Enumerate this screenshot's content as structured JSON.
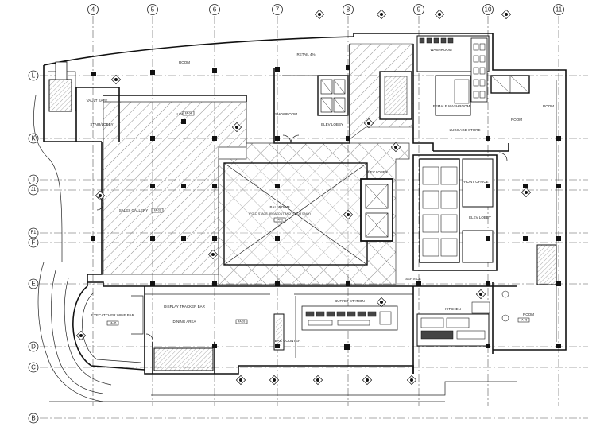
{
  "grid": {
    "columns": [
      "4",
      "5",
      "6",
      "7",
      "8",
      "9",
      "10",
      "11"
    ],
    "rows": [
      "L",
      "K",
      "J",
      "J1",
      "F1",
      "F",
      "E",
      "D",
      "C",
      "B"
    ]
  },
  "rooms": {
    "retail": "RETAIL 4%",
    "vault_safe": "VAULT SAFE",
    "stair_lobby": "STAIR/LOBBY",
    "lounge": "LOUNGE",
    "sales_gallery": "SALES GALLERY",
    "showroom": "SHOWROOM",
    "elevator_lobby_top": "ELEV LOBBY",
    "elevator_lobby_mid": "ELEV LOBBY",
    "ballroom": "BALLROOM",
    "ballroom_sub": "(FOLD STAGE BREAKOUT AND FLOOR ONLY)",
    "elevator_lobby_right": "ELEV LOBBY",
    "washroom": "WASHROOM",
    "female_washroom": "FEMALE WASHROOM",
    "luggage_store": "LUGGAGE STORE",
    "front_office": "FRONT OFFICE",
    "eyecatcher_bar": "EYECATCHER WINE BAR",
    "display_tracker": "DISPLAY TRACKER BAR",
    "dining_area": "DINING AREA",
    "buffet_station": "BUFFET STATION",
    "bar_counter": "BAR COUNTER",
    "service": "SERVICE",
    "kitchen": "KITCHEN",
    "room_right_a": "ROOM",
    "room_right_b": "ROOM",
    "room_right_c": "ROOM",
    "room_top": "ROOM"
  },
  "tags": {
    "tag_1": "FA-01",
    "tag_2": "FA-02",
    "tag_3": "FA-03",
    "tag_4": "FA-04",
    "tag_5": "FA-05",
    "tag_6": "FA-06"
  },
  "colors": {
    "line": "#111111",
    "hatch": "#333333",
    "background": "#ffffff"
  }
}
